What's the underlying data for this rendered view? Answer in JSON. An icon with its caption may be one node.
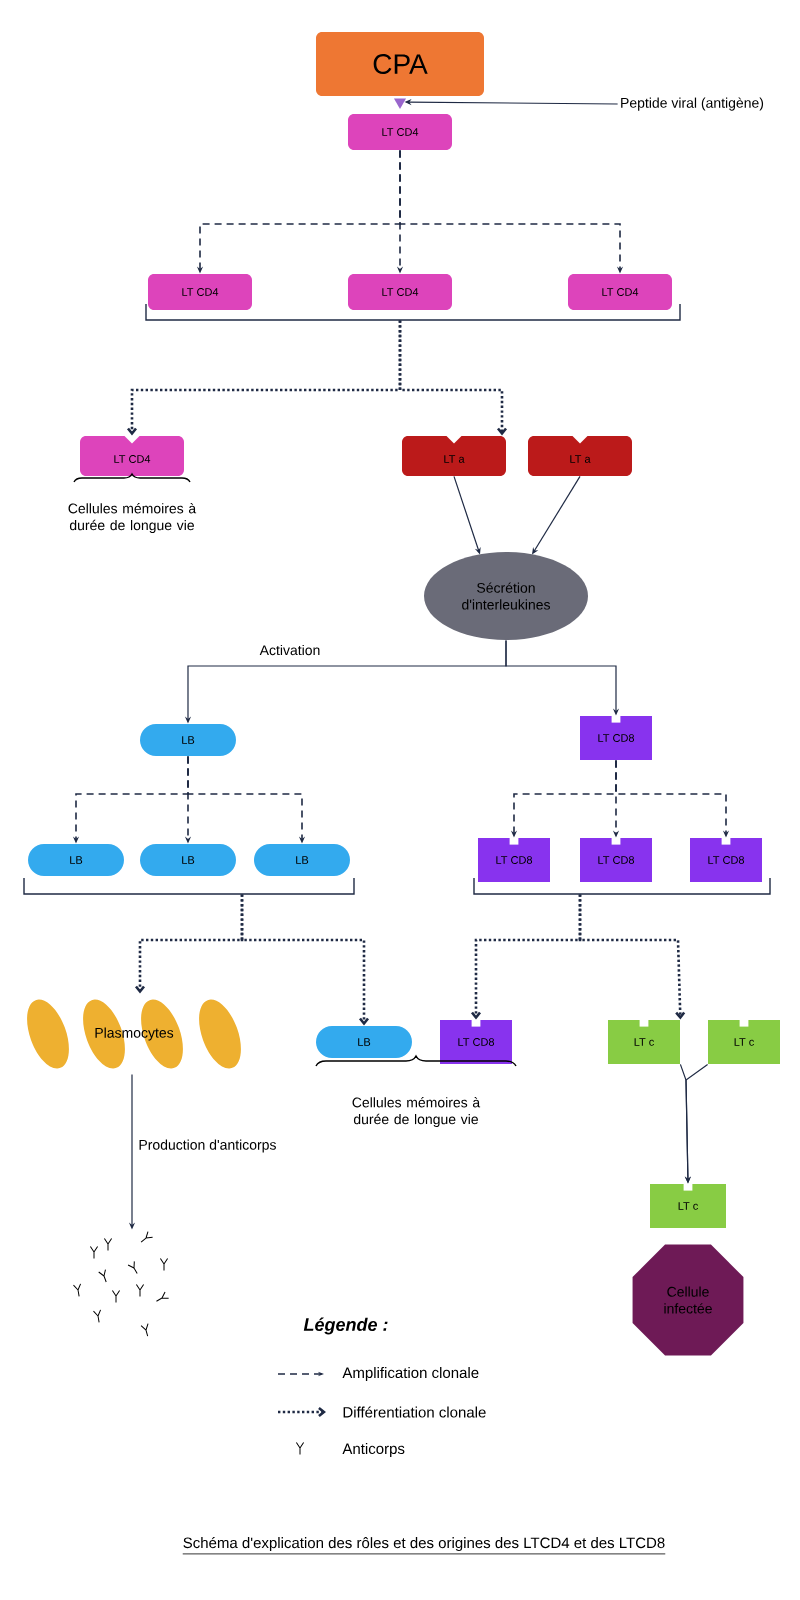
{
  "diagram": {
    "caption": "Schéma d'explication des rôles et des origines des LTCD4 et des LTCD8",
    "nodes": [
      {
        "text": [
          "CPA"
        ]
      },
      {
        "text": [],
        "shape": "triangle"
      },
      {
        "text": [
          "Peptide viral (antigène)"
        ]
      },
      {
        "text": [
          "LT CD4"
        ]
      },
      {
        "text": [
          "LT CD4"
        ]
      },
      {
        "text": [
          "LT CD4"
        ]
      },
      {
        "text": [
          "LT CD4"
        ]
      },
      {
        "text": [
          "LT CD4"
        ],
        "beside": [
          "Cellules mémoires à durée de longue vie"
        ]
      },
      {
        "text": [
          "LT a"
        ]
      },
      {
        "text": [
          "LT a"
        ]
      },
      {
        "text": [
          "Sécrétion d'interleukines"
        ]
      },
      {
        "text": [
          "LB"
        ]
      },
      {
        "text": [
          "LT CD8"
        ]
      },
      {
        "text": [
          "LB"
        ]
      },
      {
        "text": [
          "LB"
        ]
      },
      {
        "text": [
          "LB"
        ]
      },
      {
        "text": [
          "LT CD8"
        ]
      },
      {
        "text": [
          "LT CD8"
        ]
      },
      {
        "text": [
          "LT CD8"
        ]
      },
      {
        "text": [
          "Plasmocytes"
        ]
      },
      {
        "text": [
          "LB"
        ]
      },
      {
        "text": [
          "LT CD8"
        ]
      },
      {
        "text": [
          "LT c"
        ]
      },
      {
        "text": [
          "LT c"
        ]
      },
      {
        "text": [],
        "shape": "picture"
      },
      {
        "text": [
          "LT c"
        ]
      },
      {
        "text": [
          "Cellule infectée"
        ]
      }
    ],
    "edges": [
      {
        "from": 2,
        "to": 1,
        "arrow": "to"
      },
      {
        "from": 3,
        "to": 4,
        "arrow": "to",
        "style": "dashed"
      },
      {
        "from": 3,
        "to": 5,
        "arrow": "to",
        "style": "dashed"
      },
      {
        "from": 3,
        "to": 6,
        "arrow": "to",
        "style": "dashed"
      },
      {
        "from": 5,
        "to": 7,
        "arrow": "to",
        "style": "dashed"
      },
      {
        "from": 5,
        "to": 8,
        "arrow": "to",
        "style": "dashed"
      },
      {
        "from": 8,
        "to": 10,
        "arrow": "to"
      },
      {
        "from": 9,
        "to": 10,
        "arrow": "to"
      },
      {
        "from": 10,
        "to": 11,
        "arrow": "to",
        "label": "Activation"
      },
      {
        "from": 10,
        "to": 12,
        "arrow": "to"
      },
      {
        "from": 11,
        "to": 13,
        "arrow": "to",
        "style": "dashed"
      },
      {
        "from": 11,
        "to": 14,
        "arrow": "to",
        "style": "dashed"
      },
      {
        "from": 11,
        "to": 15,
        "arrow": "to",
        "style": "dashed"
      },
      {
        "from": 12,
        "to": 16,
        "arrow": "to",
        "style": "dashed"
      },
      {
        "from": 12,
        "to": 17,
        "arrow": "to",
        "style": "dashed"
      },
      {
        "from": 12,
        "to": 18,
        "arrow": "to",
        "style": "dashed"
      },
      {
        "from": 14,
        "to": 19,
        "arrow": "to",
        "style": "dashed"
      },
      {
        "from": 14,
        "to": 20,
        "arrow": "to",
        "style": "dashed"
      },
      {
        "from": 17,
        "to": 21,
        "arrow": "to",
        "style": "dashed"
      },
      {
        "from": 17,
        "to": 22,
        "arrow": "to",
        "style": "dashed"
      },
      {
        "from": 19,
        "to": 24,
        "arrow": "to",
        "label": "Production d'anticorps"
      },
      {
        "from": 22,
        "to": 25,
        "arrow": "to"
      },
      {
        "from": 23,
        "to": 25,
        "arrow": "to"
      }
    ],
    "labels": [
      "Cellules mémoires à durée de longue vie",
      "Légende :"
    ],
    "legend": [
      {
        "text": "Amplification clonale"
      },
      {
        "text": "Différentiation clonale"
      },
      {
        "text": "Anticorps"
      }
    ]
  }
}
